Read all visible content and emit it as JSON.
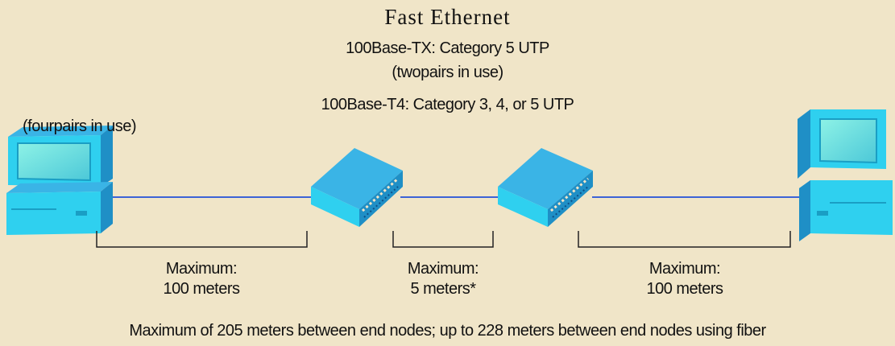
{
  "title": "Fast Ethernet",
  "tx_line1": "100Base-TX: Category 5 UTP",
  "tx_line2": "(twopairs in use)",
  "t4_line": "100Base-T4: Category 3, 4, or 5 UTP",
  "t4_pairs": "(fourpairs in use)",
  "segments": [
    {
      "label": "Maximum:",
      "distance": "100 meters"
    },
    {
      "label": "Maximum:",
      "distance": "5 meters*"
    },
    {
      "label": "Maximum:",
      "distance": "100 meters"
    }
  ],
  "footnote": "Maximum of 205 meters between end nodes; up to 228 meters between end nodes using fiber",
  "colors": {
    "background": "#f0e5c8",
    "link": "#3d63d6",
    "device": "#2fd0ef"
  }
}
